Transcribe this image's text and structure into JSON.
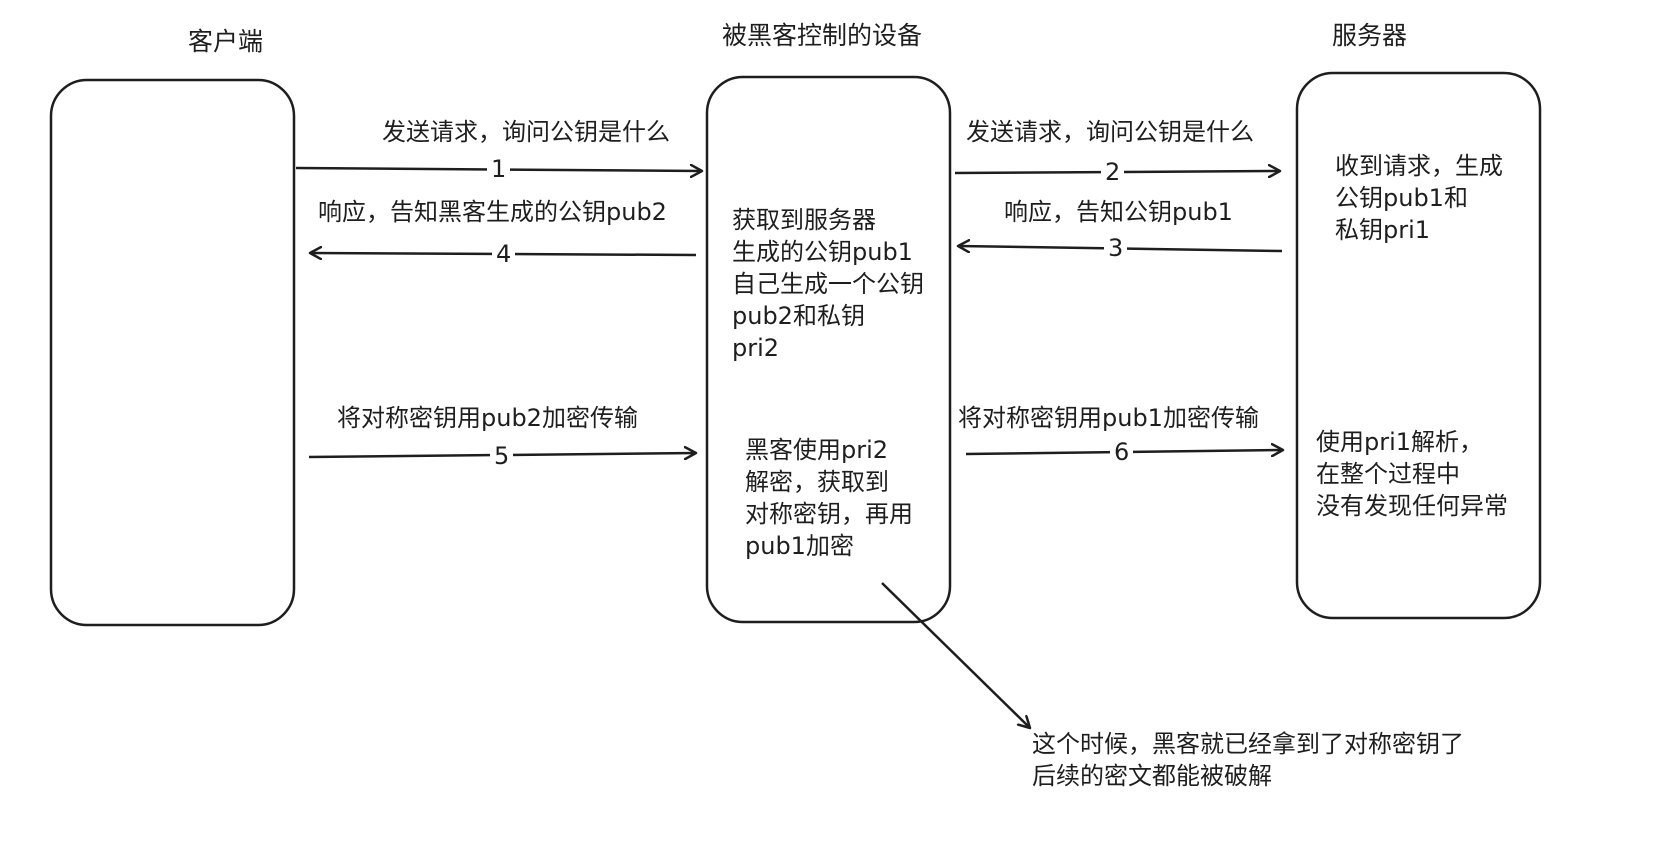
{
  "columns": {
    "client": "客户端",
    "attacker": "被黑客控制的设备",
    "server": "服务器"
  },
  "messages": [
    {
      "num": "1",
      "label": "发送请求，询问公钥是什么"
    },
    {
      "num": "2",
      "label": "发送请求，询问公钥是什么"
    },
    {
      "num": "3",
      "label": "响应，告知公钥pub1"
    },
    {
      "num": "4",
      "label": "响应，告知黑客生成的公钥pub2"
    },
    {
      "num": "5",
      "label": "将对称密钥用pub2加密传输"
    },
    {
      "num": "6",
      "label": "将对称密钥用pub1加密传输"
    }
  ],
  "notes": {
    "server_generate": "收到请求，生成\n公钥pub1和\n私钥pri1",
    "attacker_generate": "获取到服务器\n生成的公钥pub1\n自己生成一个公钥\npub2和私钥\npri2",
    "attacker_decrypt": "黑客使用pri2\n解密，获取到\n对称密钥，再用\npub1加密",
    "server_decrypt": "使用pri1解析，\n在整个过程中\n没有发现任何异常",
    "conclusion": "这个时候，黑客就已经拿到了对称密钥了\n后续的密文都能被破解"
  },
  "colors": {
    "stroke": "#1e1e1e",
    "background": "#ffffff"
  }
}
